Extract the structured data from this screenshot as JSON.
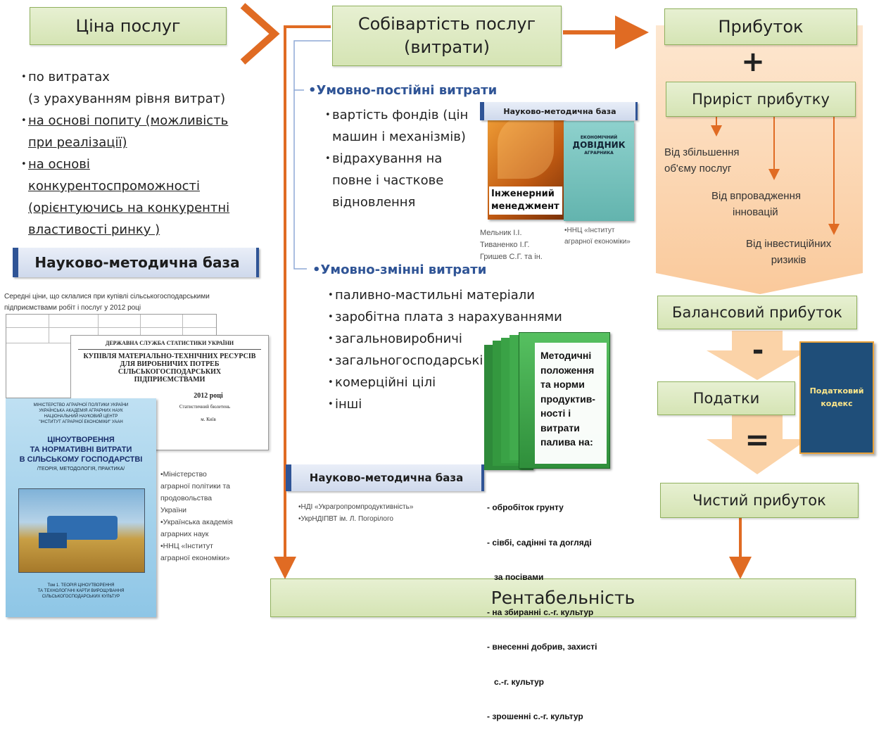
{
  "boxes": {
    "price": "Ціна послуг",
    "cost_line1": "Собівартість послуг",
    "cost_line2": "(витрати)",
    "profit": "Прибуток",
    "plus": "+",
    "profit_growth": "Приріст прибутку",
    "balance_profit": "Балансовий прибуток",
    "minus": "-",
    "taxes": "Податки",
    "equals": "=",
    "net_profit": "Чистий прибуток",
    "profitability": "Рентабельність",
    "tax_code_line1": "Податковий",
    "tax_code_line2": "кодекс"
  },
  "price_methods": [
    "по витратах",
    "(з урахуванням рівня витрат)",
    "на основі попиту (можливість",
    "при реалізації)",
    "на основі",
    "конкурентоспроможності",
    "(орієнтуючись на конкурентні",
    "властивості ринку )"
  ],
  "fixed_costs": {
    "title": "Умовно-постійні витрати",
    "items": [
      "вартість фондів (цін",
      "машин і механізмів)",
      "відрахування на",
      "повне  і часткове",
      "відновлення"
    ]
  },
  "variable_costs": {
    "title": "Умовно-змінні витрати",
    "items": [
      "паливно-мастильні матеріали",
      "заробітна плата з нарахуваннями",
      "загальновиробничі",
      "загальногосподарські",
      "комерційні цілі",
      "інші"
    ]
  },
  "growth_sources": [
    "Від збільшення",
    "об'єму послуг",
    "Від впровадження",
    "інновацій",
    "Від інвестиційних",
    "ризиків"
  ],
  "base_label": "Науково-методична база",
  "book_engineering": {
    "title_line1": "Інженерний",
    "title_line2": "менеджмент",
    "authors": [
      "Мельник І.І.",
      "Тиваненко І.Г.",
      "Гришев С.Г. та ін."
    ]
  },
  "book_handbook": {
    "line1": "ЕКОНОМІЧНИЙ",
    "line2": "ДОВІДНИК",
    "line3": "АГРАРНИКА",
    "source": [
      "•ННЦ «Інститут",
      "аграрної економіки»"
    ]
  },
  "stats_doc": {
    "caption_line1": "Середні ціни, що склалися при купівлі сільськогосподарськими",
    "caption_line2": "підприємствами робіт і послуг у 2012 році",
    "header": "ДЕРЖАВНА СЛУЖБА СТАТИСТИКИ УКРАЇНИ",
    "title_line1": "КУПІВЛЯ  МАТЕРІАЛЬНО-ТЕХНІЧНИХ  РЕСУРСІВ",
    "title_line2": "ДЛЯ  ВИРОБНИЧИХ  ПОТРЕБ",
    "title_line3": "СІЛЬСЬКОГОСПОДАРСЬКИХ",
    "title_line4": "ПІДПРИЄМСТВАМИ",
    "year": "2012 році",
    "bulletin": "Статистичний бюлетень",
    "city": "м. Київ"
  },
  "pricing_book": {
    "header_line1": "МІНІСТЕРСТВО АГРАРНОЇ ПОЛІТИКИ УКРАЇНИ",
    "header_line2": "УКРАЇНСЬКА АКАДЕМІЯ АГРАРНИХ НАУК",
    "header_line3": "НАЦІОНАЛЬНИЙ НАУКОВИЙ ЦЕНТР",
    "header_line4": "\"ІНСТИТУТ АГРАРНОЇ ЕКОНОМІКИ\" УААН",
    "title_line1": "ЦІНОУТВОРЕННЯ",
    "title_line2": "ТА НОРМАТИВНІ  ВИТРАТИ",
    "title_line3": "В СІЛЬСЬКОМУ ГОСПОДАРСТВІ",
    "title_line4": "/ТЕОРІЯ, МЕТОДОЛОГІЯ, ПРАКТИКА/",
    "footer_line1": "Том 1.  ТЕОРІЯ ЦІНОУТВОРЕННЯ",
    "footer_line2": "ТА ТЕХНОЛОГІЧНІ КАРТИ ВИРОЩУВАННЯ",
    "footer_line3": "СІЛЬСЬКОГОСПОДАРСЬКИХ КУЛЬТУР"
  },
  "institutions_left": [
    "•Міністерство",
    "аграрної політики та",
    "продовольства",
    "України",
    "•Українська академія",
    "аграрних наук",
    "•ННЦ «Інститут",
    "аграрної економіки»"
  ],
  "institutions_bottom": [
    "•НДІ «Украгропромпродуктивність»",
    "•УкрНДІПВТ ім. Л. Погорілого"
  ],
  "green_book": {
    "lines": [
      "Методичні",
      "положення",
      "та норми",
      "продуктив-",
      "ності і",
      "витрати",
      "палива на:"
    ]
  },
  "fuel_norms": [
    "- обробіток грунту",
    "- сівбі, садінні та догляді",
    "   за посівами",
    "- на збиранні с.-г. культур",
    "- внесенні добрив, захисті",
    "   с.-г. культур",
    "- зрошенні с.-г. культур"
  ],
  "colors": {
    "arrow": "#e06b23",
    "box_fill": "#dce8c3",
    "box_border": "#8fb05d",
    "heading_blue": "#2f5496",
    "funnel": "#fbd3a8"
  }
}
